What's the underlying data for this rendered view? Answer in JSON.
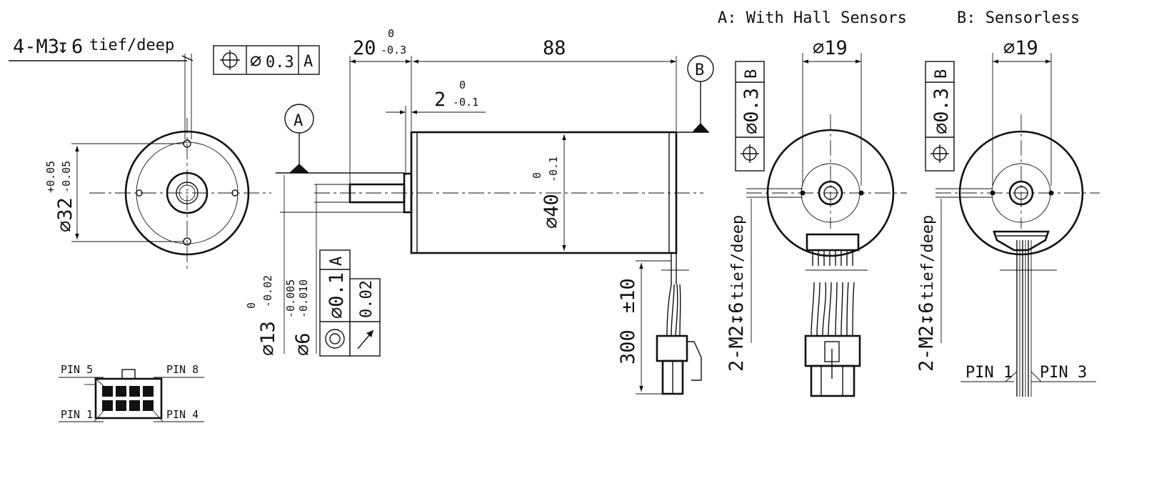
{
  "front_view": {
    "thread_spec": "4-M3",
    "thread_depth": "6",
    "thread_suffix": "tief/deep",
    "position_tolerance": "0.3",
    "position_datum": "A",
    "diameter": "32",
    "diameter_tol_upper": "+0.05",
    "diameter_tol_lower": "-0.05"
  },
  "side_view": {
    "shaft_length": "20",
    "shaft_length_tol_upper": "0",
    "shaft_length_tol_lower": "-0.3",
    "body_length": "88",
    "flange_length": "2",
    "flange_length_tol_upper": "0",
    "flange_length_tol_lower": "-0.1",
    "datum_a": "A",
    "datum_b": "B",
    "body_diameter": "40",
    "body_diameter_tol_upper": "0",
    "body_diameter_tol_lower": "-0.1",
    "pilot_diameter": "13",
    "pilot_tol_upper": "0",
    "pilot_tol_lower": "-0.02",
    "shaft_diameter": "6",
    "shaft_tol_upper": "-0.005",
    "shaft_tol_lower": "-0.010",
    "concentricity_tol": "0.1",
    "concentricity_datum": "A",
    "runout_tol": "0.02",
    "lead_length": "300",
    "lead_length_tol": "±10"
  },
  "connector": {
    "pin5": "PIN 5",
    "pin8": "PIN 8",
    "pin1": "PIN 1",
    "pin4": "PIN 4"
  },
  "rear_view_hall": {
    "title": "A: With Hall Sensors",
    "bolt_circle": "19",
    "position_tolerance": "0.3",
    "position_datum": "B",
    "thread_spec": "2-M2",
    "thread_depth": "6",
    "thread_suffix": "tief/deep"
  },
  "rear_view_sensorless": {
    "title": "B: Sensorless",
    "bolt_circle": "19",
    "position_tolerance": "0.3",
    "position_datum": "B",
    "thread_spec": "2-M2",
    "thread_depth": "6",
    "thread_suffix": "tief/deep",
    "pin1": "PIN 1",
    "pin3": "PIN 3"
  },
  "colors": {
    "ink": "#111111",
    "paper": "#ffffff"
  },
  "symbols": {
    "diameter": "⌀",
    "depth": "↧",
    "position": "position-symbol",
    "concentricity": "concentricity-symbol",
    "runout": "runout-arrow-symbol"
  }
}
